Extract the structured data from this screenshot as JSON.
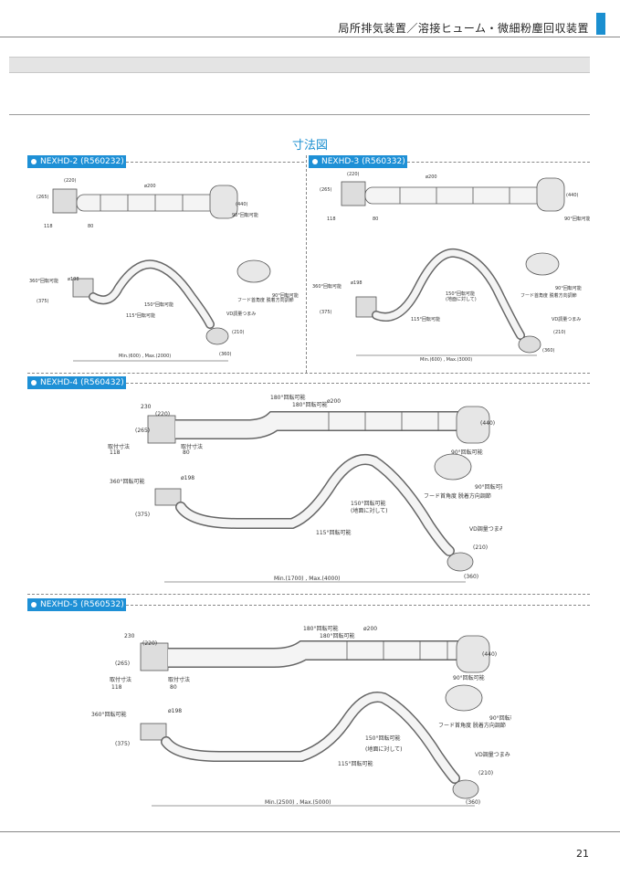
{
  "header": {
    "title": "局所排気装置／溶接ヒューム・微細粉塵回収装置"
  },
  "section": {
    "title": "寸法図"
  },
  "common": {
    "d200": "ø200",
    "d198": "ø198",
    "dim220": "(220)",
    "dim265": "(265)",
    "dim375": "(375)",
    "dim440": "(440)",
    "dim210": "(210)",
    "dim360": "(360)",
    "dim118": "118",
    "dim80": "80",
    "dim230": "230",
    "mount_dim": "取付寸法",
    "rot90": "90°回転可能",
    "rot180": "180°回転可能",
    "rot360": "360°回転可能",
    "rot150": "150°回転可能",
    "rot115": "115°回転可能",
    "ceiling": "(地面に対して)",
    "hood_adjust": "フード首角度 脱着方向調節",
    "vd_knob": "VD調量つまみ"
  },
  "models": [
    {
      "label": "NEXHD-2 (R560232)",
      "range": "Min.(600) , Max.(2000)"
    },
    {
      "label": "NEXHD-3 (R560332)",
      "range": "Min.(600) , Max.(3000)"
    },
    {
      "label": "NEXHD-4 (R560432)",
      "range": "Min.(1700) , Max.(4000)"
    },
    {
      "label": "NEXHD-5 (R560532)",
      "range": "Min.(2500) , Max.(5000)"
    }
  ],
  "footer": {
    "page_number": "21"
  },
  "colors": {
    "accent": "#1b8fd0",
    "label_bg": "#1e90d6"
  }
}
